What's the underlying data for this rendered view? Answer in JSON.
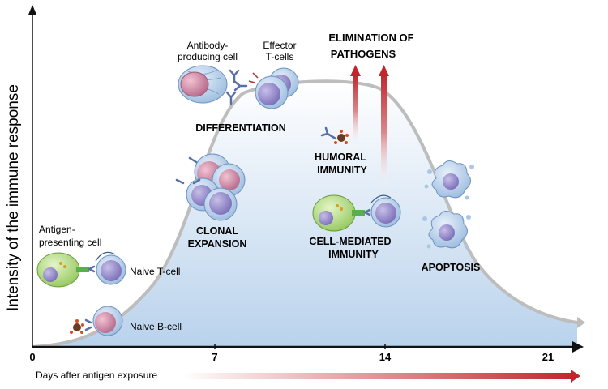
{
  "axes": {
    "y_label": "Intensity of the immune response",
    "x_label": "Days after antigen exposure",
    "ticks": [
      "0",
      "7",
      "14",
      "21"
    ]
  },
  "labels": {
    "antibody_cell": [
      "Antibody-",
      "producing cell"
    ],
    "effector": [
      "Effector",
      "T-cells"
    ],
    "elimination": [
      "ELIMINATION OF",
      "PATHOGENS"
    ],
    "differentiation": "DIFFERENTIATION",
    "humoral": [
      "HUMORAL",
      "IMMUNITY"
    ],
    "clonal": [
      "CLONAL",
      "EXPANSION"
    ],
    "cell_mediated": [
      "CELL-MEDIATED",
      "IMMUNITY"
    ],
    "apc": [
      "Antigen-",
      "presenting cell"
    ],
    "naive_t": "Naive T-cell",
    "naive_b": "Naive B-cell",
    "apoptosis": "APOPTOSIS"
  },
  "colors": {
    "curve": "#bdbdbd",
    "fill_top": "#ffffff",
    "fill_bottom": "#b9d2ec",
    "arrow_red": "#c0272d",
    "cell_purple": "#8f84c8",
    "cell_pink": "#c77a9a",
    "apc_green": "#9fd06c"
  }
}
